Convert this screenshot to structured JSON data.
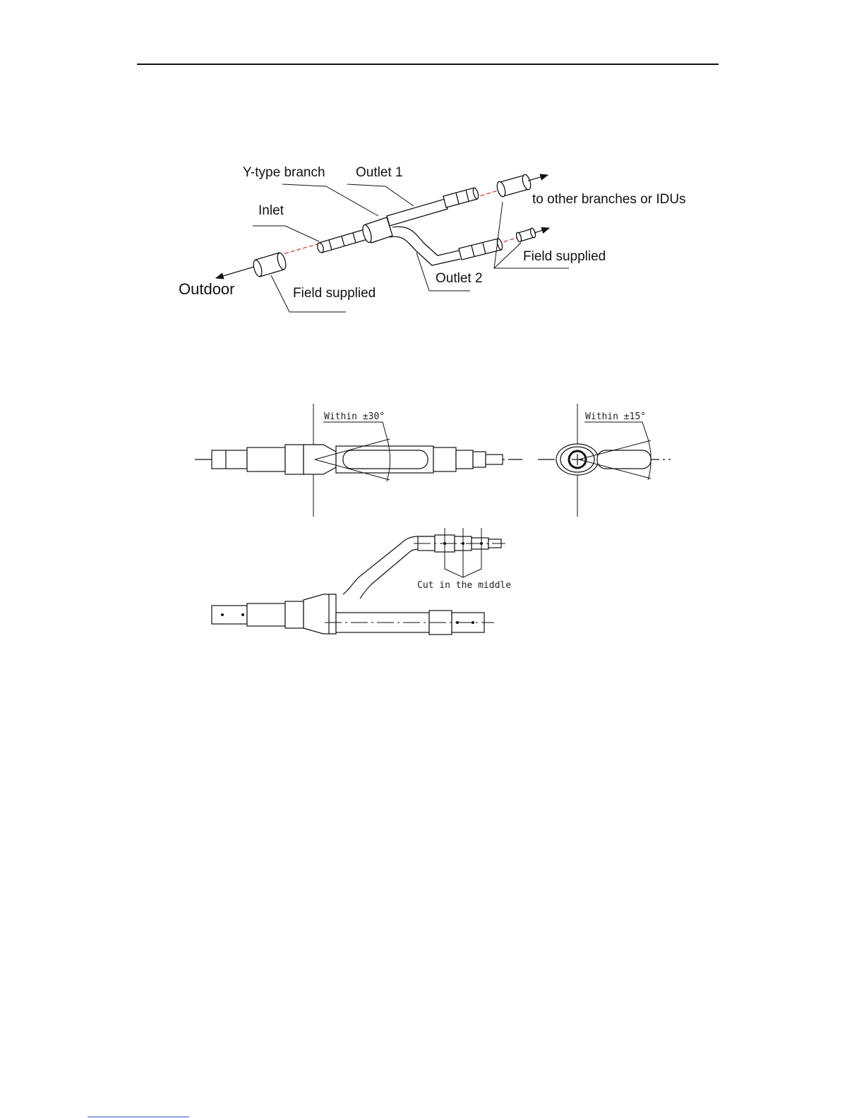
{
  "figure1": {
    "labels": {
      "y_type_branch": "Y-type branch",
      "outlet1": "Outlet 1",
      "inlet": "Inlet",
      "outdoor": "Outdoor",
      "field_supplied_left": "Field supplied",
      "outlet2": "Outlet 2",
      "field_supplied_right": "Field supplied",
      "to_other": "to other branches or IDUs"
    }
  },
  "figure2": {
    "labels": {
      "within_30": "Within ±30°",
      "within_15": "Within ±15°",
      "cut_middle": "Cut in the middle"
    }
  },
  "colors": {
    "line": "#111111",
    "axis_red": "#c0392b",
    "footer_link": "#3050c0"
  }
}
